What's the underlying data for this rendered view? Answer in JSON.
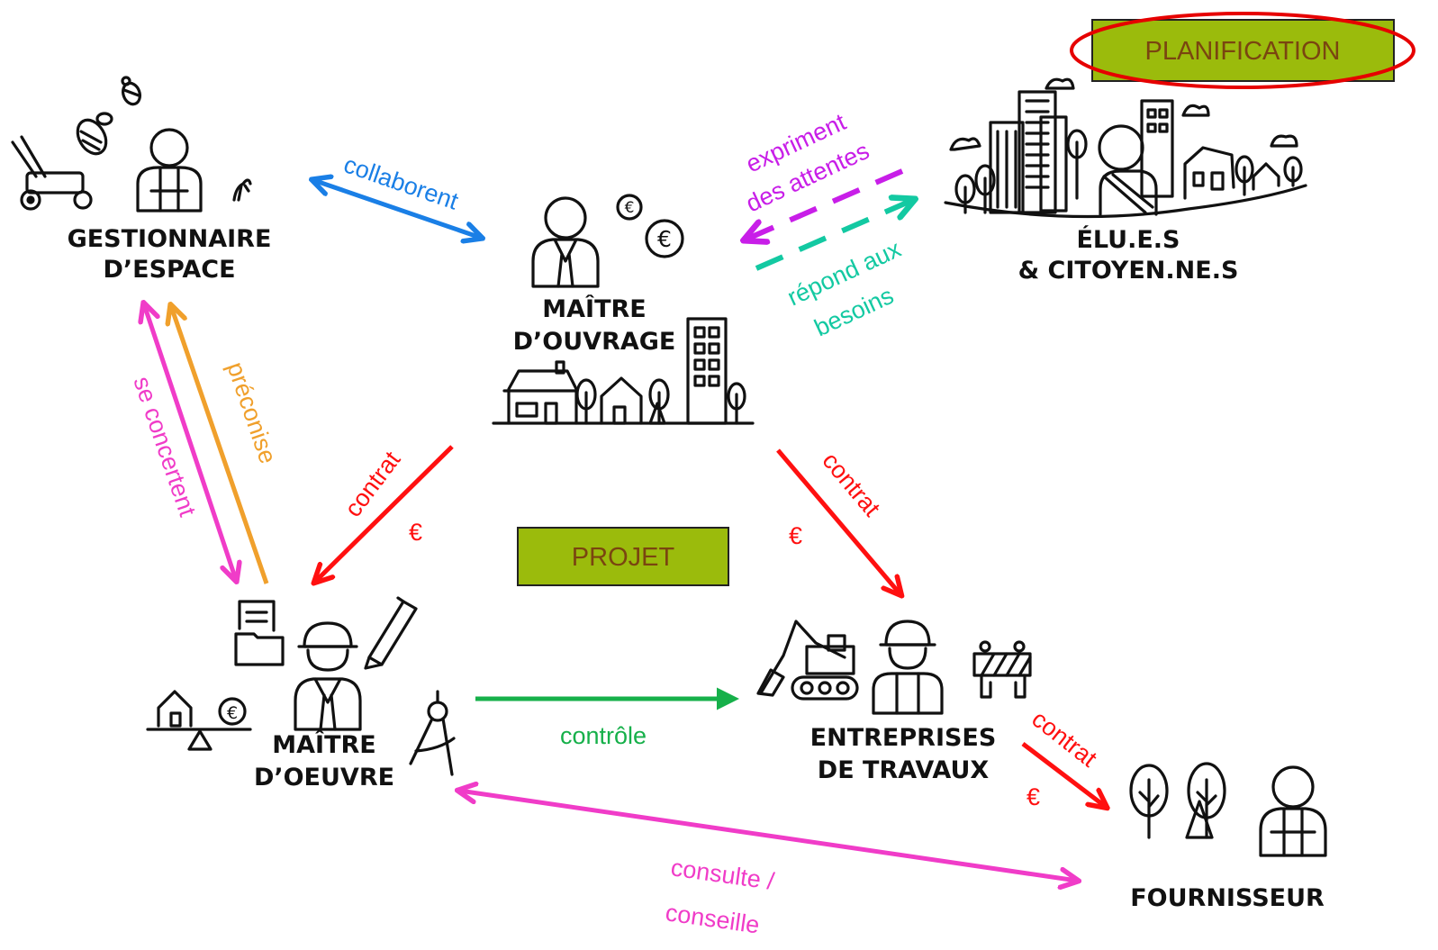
{
  "colors": {
    "collaborent": "#1a7fe6",
    "expriment": "#c81ee8",
    "repond": "#13c9a2",
    "preconise": "#f0a02c",
    "concertent": "#f03cc8",
    "contrat": "#ff1010",
    "controle": "#16b04a",
    "consulte": "#f03cc8",
    "box_fill": "#9bbb0c",
    "box_text": "#7a4510",
    "highlight_ring": "#e60000"
  },
  "boxes": {
    "planification": "PLANIFICATION",
    "projet": "PROJET"
  },
  "nodes": {
    "gestionnaire": {
      "line1": "GESTIONNAIRE",
      "line2": "D’ESPACE",
      "icons": [
        "lawnmower-icon",
        "bee-icon",
        "person-icon",
        "worm-icon"
      ]
    },
    "maitre_ouvrage": {
      "line1": "MAÎTRE",
      "line2": "D’OUVRAGE",
      "icons": [
        "person-tie-icon",
        "euro-icon",
        "houses-city-icon"
      ]
    },
    "elus": {
      "line1": "ÉLU.E.S",
      "line2": "& CITOYEN.NE.S",
      "icons": [
        "city-icon",
        "person-sash-icon"
      ]
    },
    "maitre_oeuvre": {
      "line1": "MAÎTRE",
      "line2": "D’OEUVRE",
      "icons": [
        "hardhat-person-icon",
        "folder-icon",
        "pencil-icon",
        "compass-icon",
        "scale-icon"
      ]
    },
    "entreprises": {
      "line1": "ENTREPRISES",
      "line2": "DE TRAVAUX",
      "icons": [
        "excavator-icon",
        "hardhat-person-icon",
        "barrier-icon"
      ]
    },
    "fournisseur": {
      "line1": "FOURNISSEUR",
      "icons": [
        "trees-icon",
        "person-icon"
      ]
    }
  },
  "edges": {
    "collaborent": "collaborent",
    "expriment_1": "expriment",
    "expriment_2": "des attentes",
    "repond_1": "répond aux",
    "repond_2": "besoins",
    "preconise": "préconise",
    "concertent": "se concertent",
    "contrat_left": "contrat",
    "euro_left": "€",
    "contrat_right": "contrat",
    "euro_right": "€",
    "controle": "contrôle",
    "contrat_fournisseur": "contrat",
    "euro_fournisseur": "€",
    "consulte_1": "consulte /",
    "consulte_2": "conseille"
  }
}
